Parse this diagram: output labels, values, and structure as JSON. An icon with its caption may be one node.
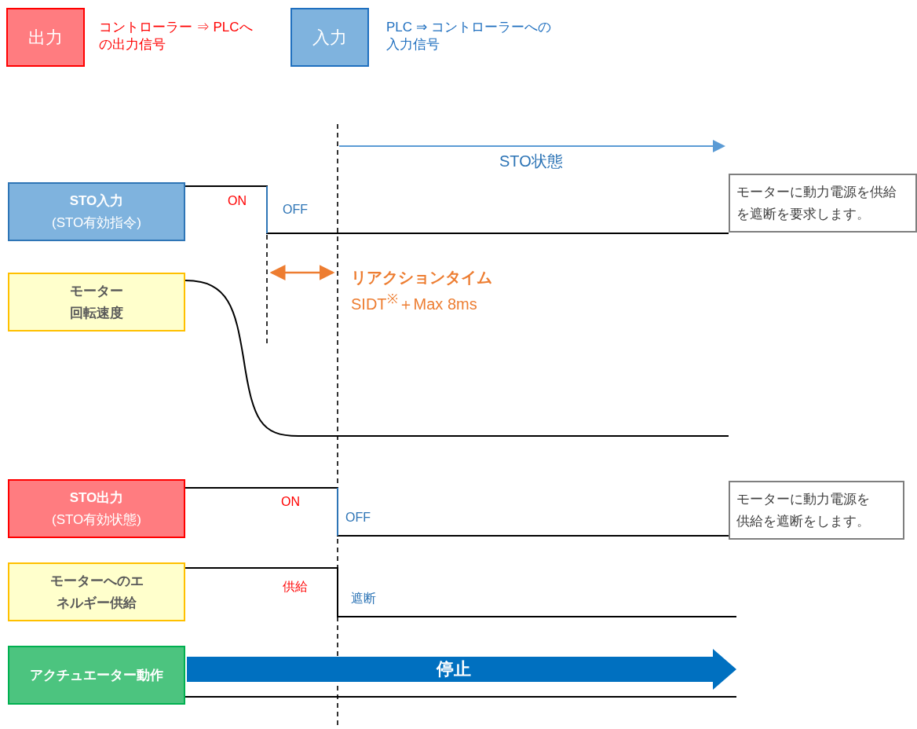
{
  "diagram": {
    "nodes": [
      {
        "text": [
          "出力"
        ],
        "beside": [
          "コントローラー ⇒ PLCへの出力信号"
        ]
      },
      {
        "text": [
          "入力"
        ],
        "beside": [
          "PLC ⇒ コントローラーへの入力信号"
        ]
      },
      {
        "text": [
          "STO入力",
          "(STO有効指令)"
        ]
      },
      {
        "text": [
          "モーター回転速度"
        ]
      },
      {
        "text": [
          "STO出力",
          "(STO有効状態)"
        ]
      },
      {
        "text": [
          "モーターへのエネルギー供給"
        ]
      },
      {
        "text": [
          "アクチュエーター動作"
        ]
      },
      {
        "text": [
          "モーターに動力電源を供給を遮断を要求します。"
        ]
      },
      {
        "text": [
          "モーターに動力電源を供給を遮断をします。"
        ]
      },
      {
        "text": [
          "停止"
        ]
      }
    ],
    "edges": [
      {
        "from": 2,
        "to": 7,
        "arrow": "none"
      },
      {
        "from": 3,
        "to": null,
        "arrow": "none"
      },
      {
        "from": 4,
        "to": 8,
        "arrow": "none"
      },
      {
        "from": 5,
        "to": null,
        "arrow": "none"
      },
      {
        "from": 6,
        "to": null,
        "arrow": "none"
      }
    ],
    "labels": [
      "STO状態",
      "ON",
      "OFF",
      "リアクションタイム",
      "SIDT$^{※}$＋Max 8ms",
      "ON",
      "OFF",
      "供給",
      "遮断"
    ]
  }
}
